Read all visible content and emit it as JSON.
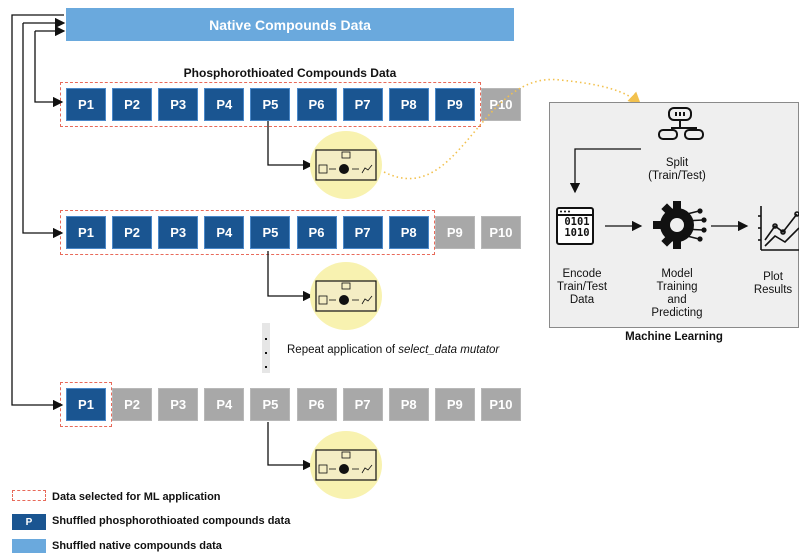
{
  "native_bar": {
    "title": "Native Compounds Data"
  },
  "phospho_title": "Phosphorothioated Compounds Data",
  "rows": [
    {
      "boxes": [
        "P1",
        "P2",
        "P3",
        "P4",
        "P5",
        "P6",
        "P7",
        "P8",
        "P9",
        "P10"
      ],
      "selected_count": 9
    },
    {
      "boxes": [
        "P1",
        "P2",
        "P3",
        "P4",
        "P5",
        "P6",
        "P7",
        "P8",
        "P9",
        "P10"
      ],
      "selected_count": 8
    },
    {
      "boxes": [
        "P1",
        "P2",
        "P3",
        "P4",
        "P5",
        "P6",
        "P7",
        "P8",
        "P9",
        "P10"
      ],
      "selected_count": 1
    }
  ],
  "repeat": {
    "prefix": "Repeat application of ",
    "italic": "select_data mutator"
  },
  "ml": {
    "split_label": "Split",
    "split_sub": "(Train/Test)",
    "encode_label_1": "Encode",
    "encode_label_2": "Train/Test",
    "encode_label_3": "Data",
    "model_label_1": "Model",
    "model_label_2": "Training",
    "model_label_3": "and",
    "model_label_4": "Predicting",
    "plot_label_1": "Plot",
    "plot_label_2": "Results",
    "binary_1": "0101",
    "binary_2": "1010",
    "title": "Machine Learning"
  },
  "legend": {
    "selected": "Data selected for ML application",
    "phospho_swatch": "P",
    "phospho": "Shuffled phosphorothioated compounds data",
    "native": "Shuffled native compounds data"
  },
  "colors": {
    "selected": "#1a5591",
    "unselected": "#a8a8a8",
    "native": "#6aa9dd",
    "dash": "#e86a5a",
    "highlight": "#f8f2b0"
  }
}
